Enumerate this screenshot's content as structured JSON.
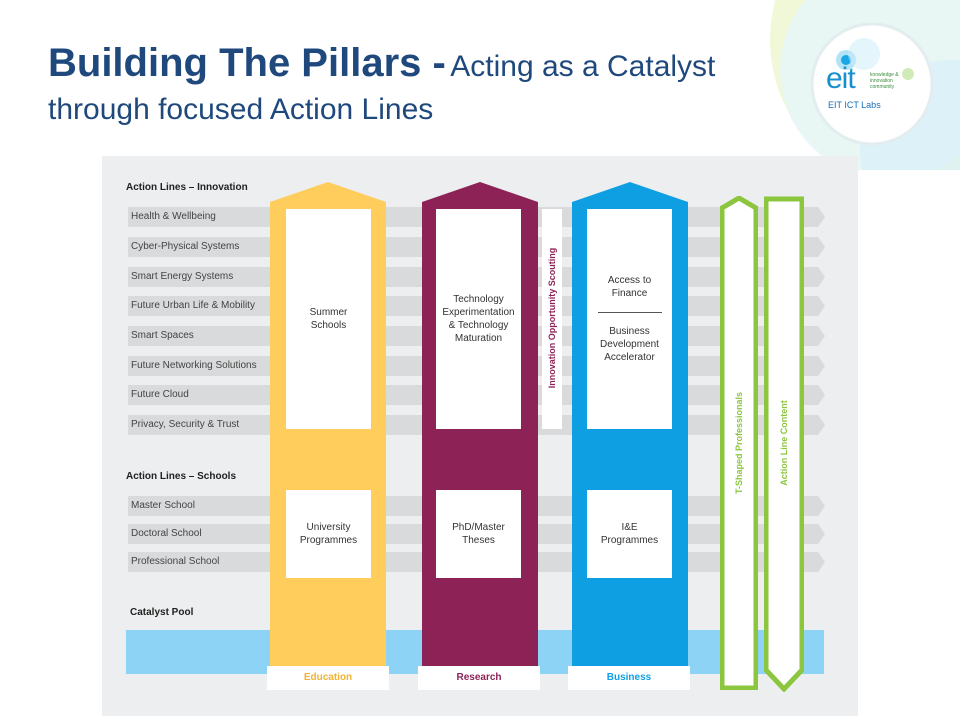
{
  "slide": {
    "title_bold": "Building The Pillars -",
    "title_rest": "Acting as a Catalyst",
    "title_line2": "through focused Action Lines"
  },
  "logo": {
    "mark": "eit",
    "tagline": "knowledge & innovation community",
    "name": "EIT ICT Labs"
  },
  "diagram": {
    "innovation_heading": "Action Lines – Innovation",
    "innovation_lines": [
      "Health & Wellbeing",
      "Cyber-Physical Systems",
      "Smart Energy Systems",
      "Future Urban Life & Mobility",
      "Smart Spaces",
      "Future Networking Solutions",
      "Future Cloud",
      "Privacy, Security & Trust"
    ],
    "schools_heading": "Action Lines – Schools",
    "school_lines": [
      "Master School",
      "Doctoral School",
      "Professional School"
    ],
    "catalyst_heading": "Catalyst Pool",
    "pillars": {
      "education": {
        "color": "#ffcd5c",
        "label": "Education",
        "top_box": [
          "Summer",
          "Schools"
        ],
        "bottom_box": [
          "University",
          "Programmes"
        ]
      },
      "research": {
        "color": "#8c2256",
        "label": "Research",
        "top_box": [
          "Technology",
          "Experimentation",
          "& Technology",
          "Maturation"
        ],
        "bottom_box": [
          "PhD/Master",
          "Theses"
        ]
      },
      "business": {
        "color": "#0e9fe3",
        "label": "Business",
        "top_box_a": [
          "Access to",
          "Finance"
        ],
        "top_box_b": [
          "Business",
          "Development",
          "Accelerator"
        ],
        "bottom_box": [
          "I&E",
          "Programmes"
        ]
      }
    },
    "scouting_label": "Innovation Opportunity Scouting",
    "scouting_color": "#8c2256",
    "t_shaped_label": "T-Shaped Professionals",
    "action_line_content_label": "Action Line Content",
    "green_color": "#8cc63f"
  }
}
